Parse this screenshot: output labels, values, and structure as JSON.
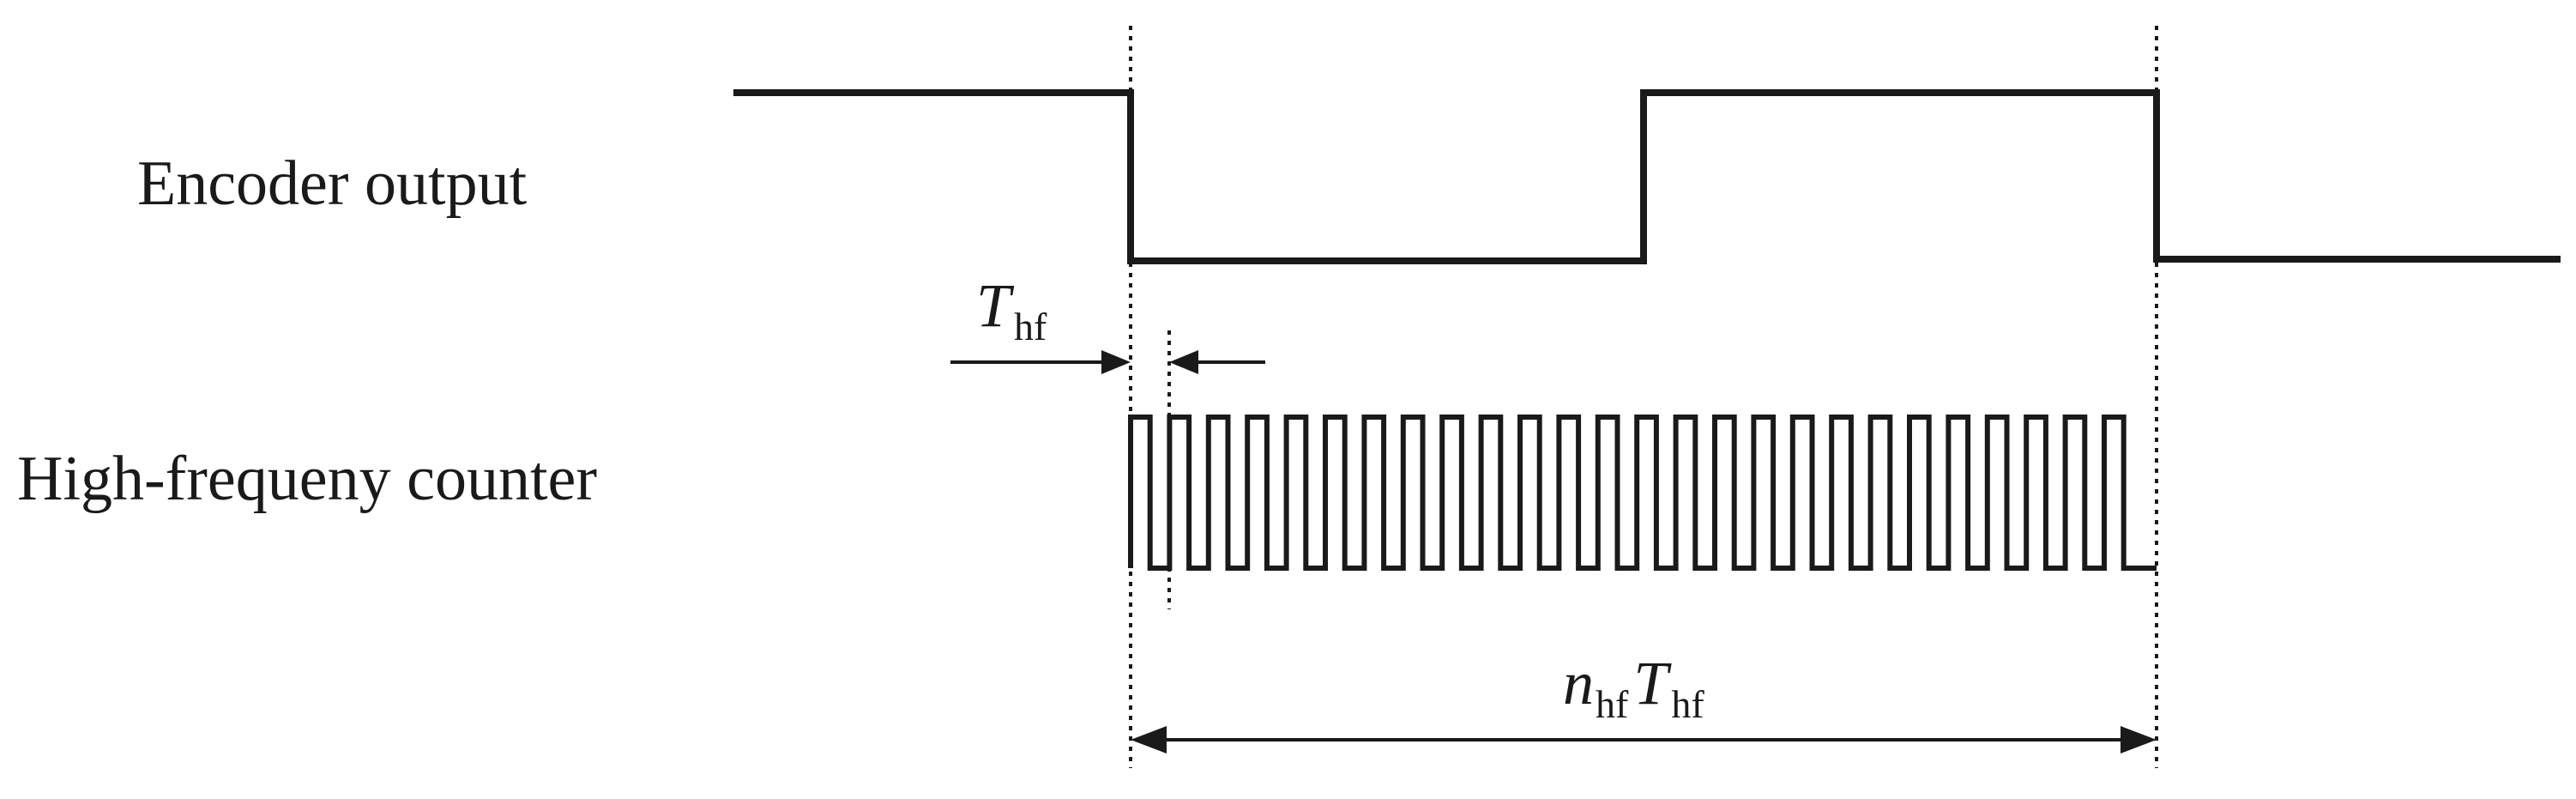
{
  "labels": {
    "encoder_output": "Encoder output",
    "high_frequency_counter": "High-frequeny counter"
  },
  "annotations": {
    "period": {
      "symbol": "T",
      "subscript": "hf"
    },
    "total": {
      "count_symbol": "n",
      "count_subscript": "hf",
      "symbol": "T",
      "subscript": "hf"
    }
  },
  "colors": {
    "stroke": "#1a1a1a",
    "background": "#ffffff"
  }
}
